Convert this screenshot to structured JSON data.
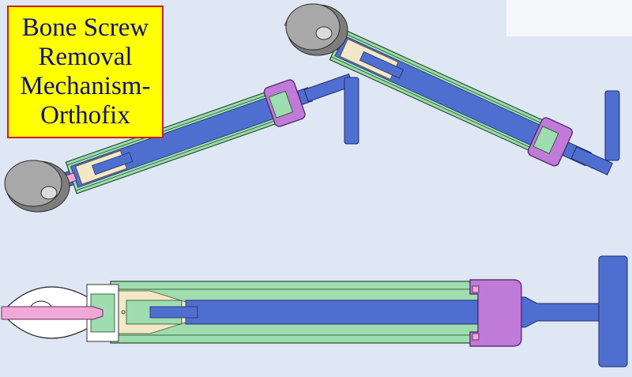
{
  "title": {
    "lines": [
      "Bone Screw",
      "Removal",
      "Mechanism-",
      "Orthofix"
    ]
  },
  "colors": {
    "background": "#dfe6f4",
    "title_bg": "#ffff00",
    "title_border": "#d21c1c",
    "title_text": "#101080",
    "sleeve": "#9fdcb0",
    "rod": "#4f6fd0",
    "cap": "#c07ad8",
    "tip": "#f0a8d8",
    "ring": "#8a8a8a",
    "insert": "#f2e8c8"
  },
  "figures": [
    {
      "label": "middle-view-assembly"
    },
    {
      "label": "top-right-view-assembly"
    },
    {
      "label": "bottom-cross-section"
    }
  ]
}
